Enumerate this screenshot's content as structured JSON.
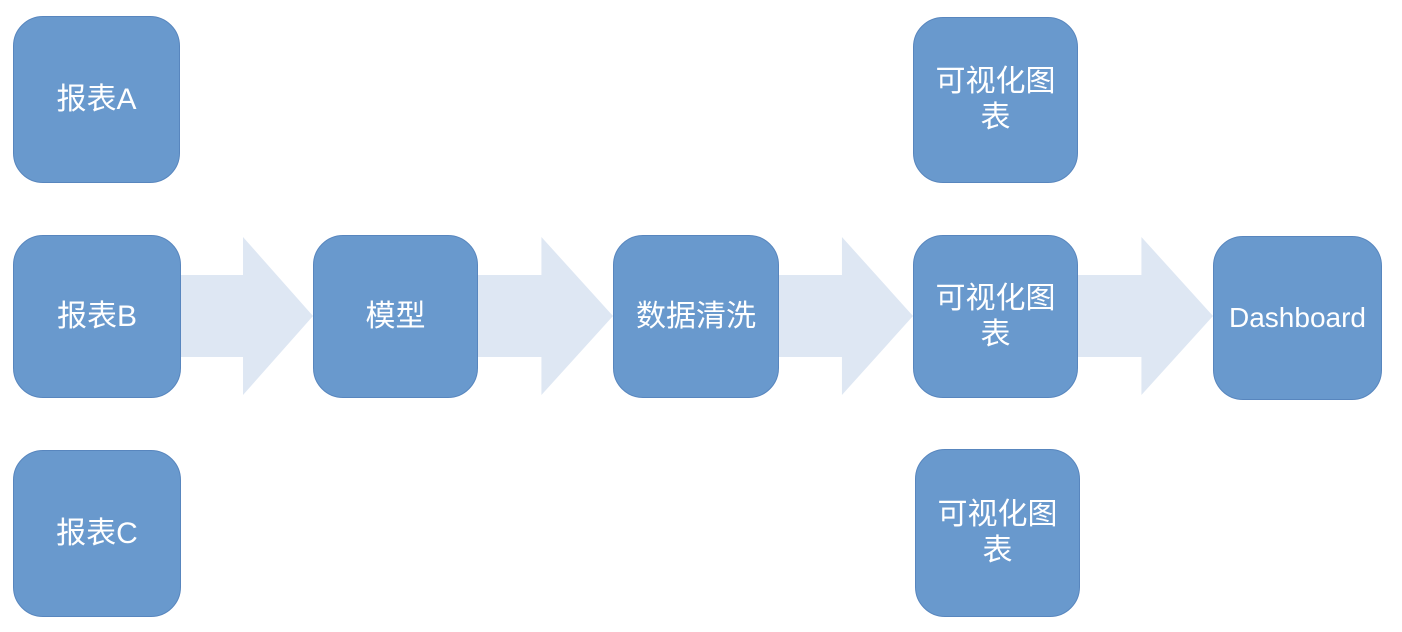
{
  "nodes": {
    "report_a": {
      "label": "报表A"
    },
    "report_b": {
      "label": "报表B"
    },
    "report_c": {
      "label": "报表C"
    },
    "model": {
      "label": "模型"
    },
    "data_cleaning": {
      "label": "数据清洗"
    },
    "viz_top": {
      "label": "可视化图表"
    },
    "viz_middle": {
      "label": "可视化图表"
    },
    "viz_bottom": {
      "label": "可视化图表"
    },
    "dashboard": {
      "label": "Dashboard"
    }
  },
  "edges": [
    {
      "from": "report_b",
      "to": "model"
    },
    {
      "from": "model",
      "to": "data_cleaning"
    },
    {
      "from": "data_cleaning",
      "to": "viz_middle"
    },
    {
      "from": "viz_middle",
      "to": "dashboard"
    }
  ],
  "colors": {
    "background": "#FFFFFF",
    "node_fill": "#6999CD",
    "node_border": "#5886BE",
    "node_text": "#FFFFFF",
    "arrow_fill": "#DEE7F3"
  }
}
